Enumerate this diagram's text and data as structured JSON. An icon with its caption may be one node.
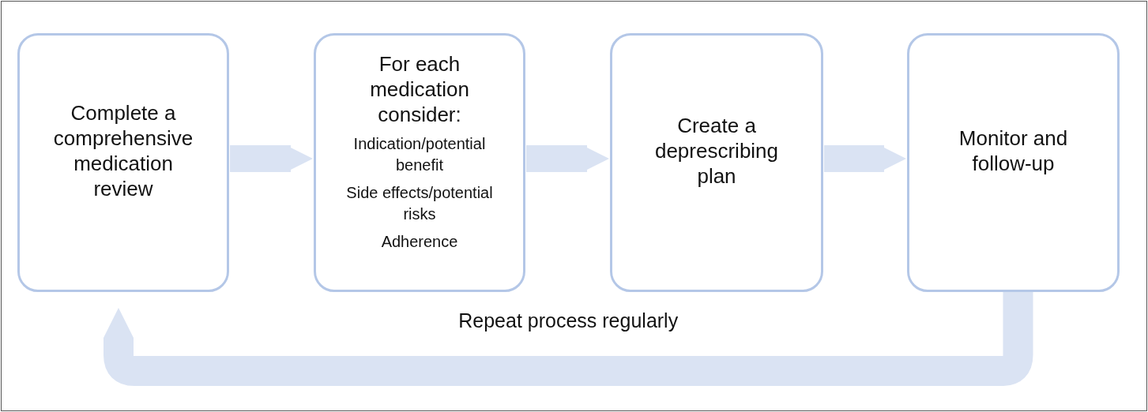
{
  "diagram": {
    "nodes": [
      {
        "text": [
          "Complete a comprehensive medication review"
        ]
      },
      {
        "text": [
          "For each medication consider:",
          "Indication/potential benefit",
          "Side effects/potential risks",
          "Adherence"
        ]
      },
      {
        "text": [
          "Create a deprescribing plan"
        ]
      },
      {
        "text": [
          "Monitor and follow-up"
        ]
      }
    ],
    "edges": [
      {
        "from": 0,
        "to": 1,
        "arrow": "to"
      },
      {
        "from": 1,
        "to": 2,
        "arrow": "to"
      },
      {
        "from": 2,
        "to": 3,
        "arrow": "to"
      },
      {
        "from": 3,
        "to": 0,
        "arrow": "to",
        "label": "Repeat process regularly"
      }
    ]
  }
}
